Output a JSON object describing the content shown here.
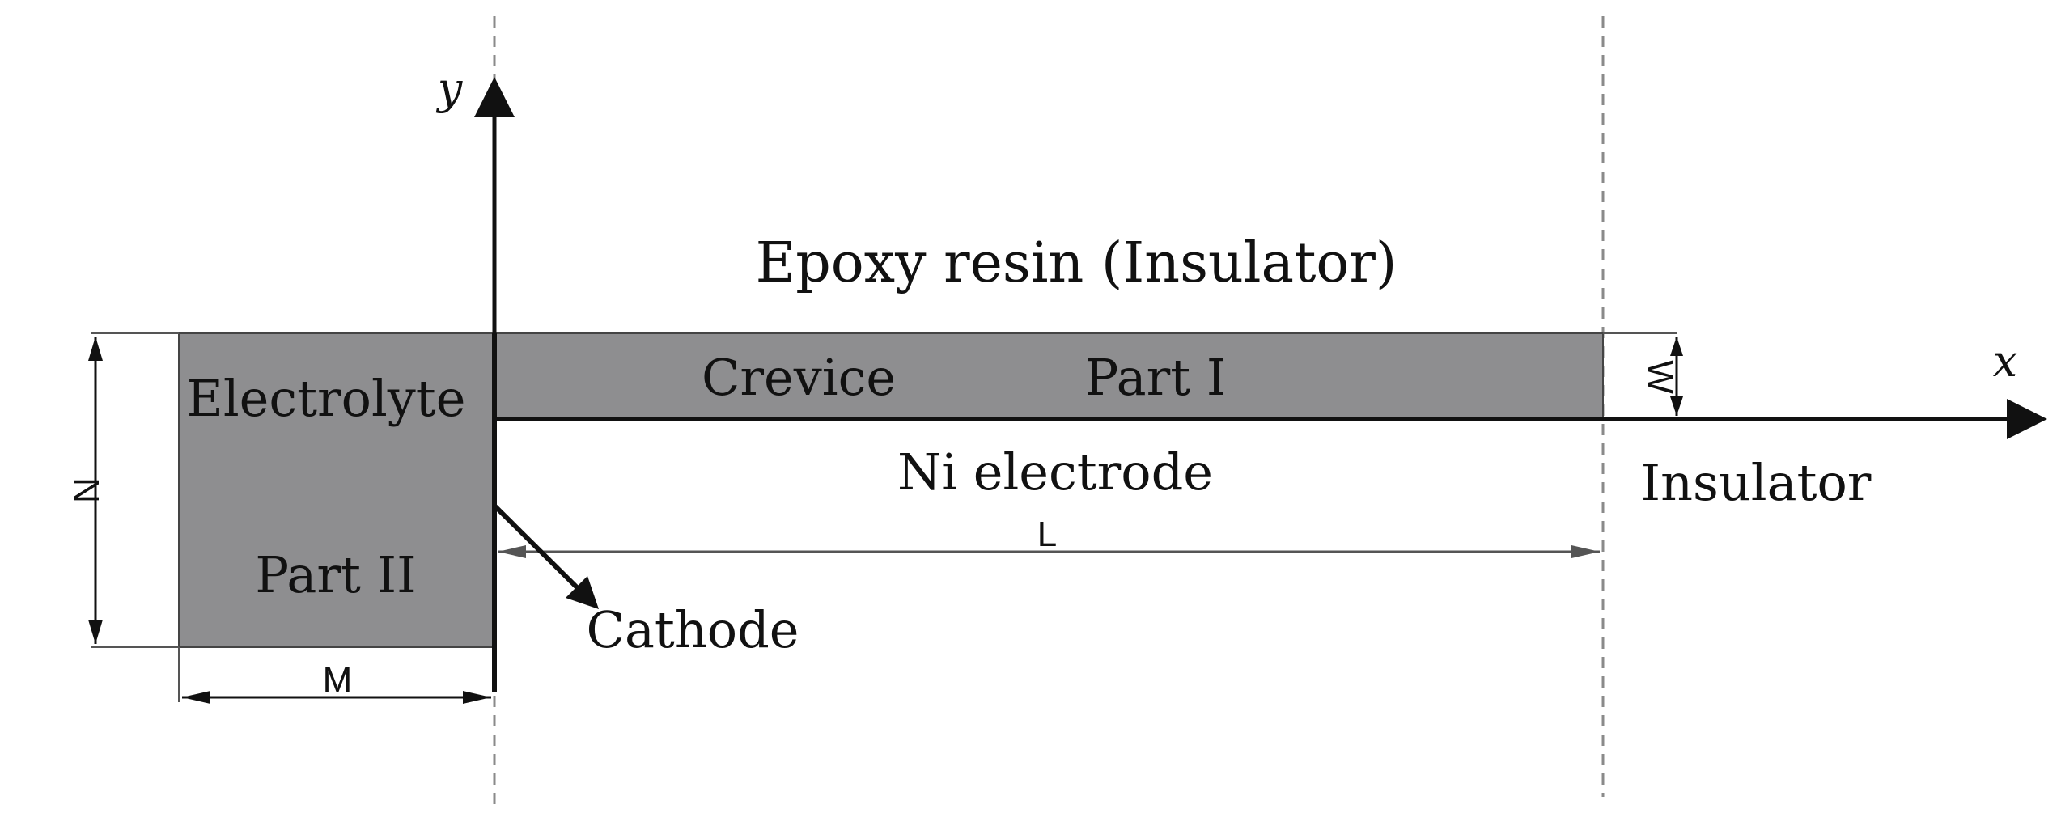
{
  "diagram": {
    "labels": {
      "epoxy": "Epoxy resin (Insulator)",
      "electrolyte": "Electrolyte",
      "crevice": "Crevice",
      "part1": "Part I",
      "part2": "Part II",
      "ni_electrode": "Ni electrode",
      "insulator": "Insulator",
      "cathode": "Cathode"
    },
    "dimensions": {
      "N": "N",
      "M": "M",
      "L": "L",
      "W": "W"
    },
    "axes": {
      "x": "x",
      "y": "y"
    },
    "colors": {
      "region_fill": "#8e8e90",
      "stroke": "#111111",
      "dim_line": "#555555",
      "guide": "#8a8a8a"
    }
  }
}
